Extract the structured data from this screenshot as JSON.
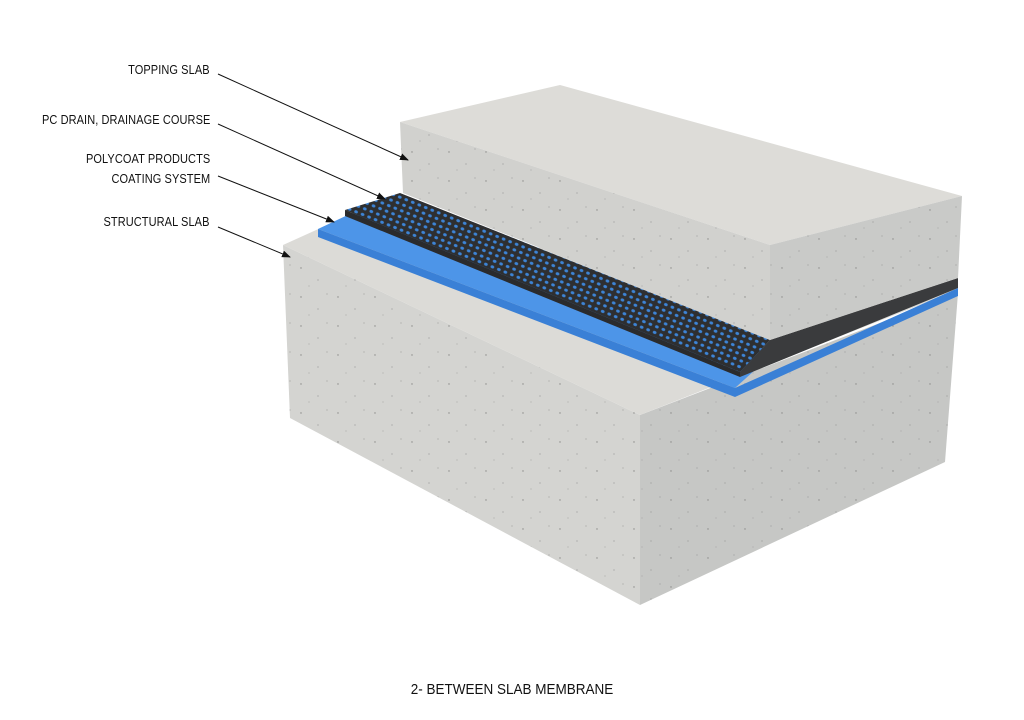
{
  "labels": {
    "topping_slab": "TOPPING SLAB",
    "drainage": "PC DRAIN, DRAINAGE COURSE",
    "coating_line1": "POLYCOAT PRODUCTS",
    "coating_line2": "COATING SYSTEM",
    "structural_slab": "STRUCTURAL SLAB"
  },
  "caption": "2- BETWEEN SLAB MEMBRANE",
  "colors": {
    "concrete_light": "#dcdbd7",
    "concrete_mid": "#cfcfcc",
    "concrete_dark": "#c3c4c2",
    "membrane_blue": "#4a90e2",
    "drain_black": "#2e2f31"
  }
}
